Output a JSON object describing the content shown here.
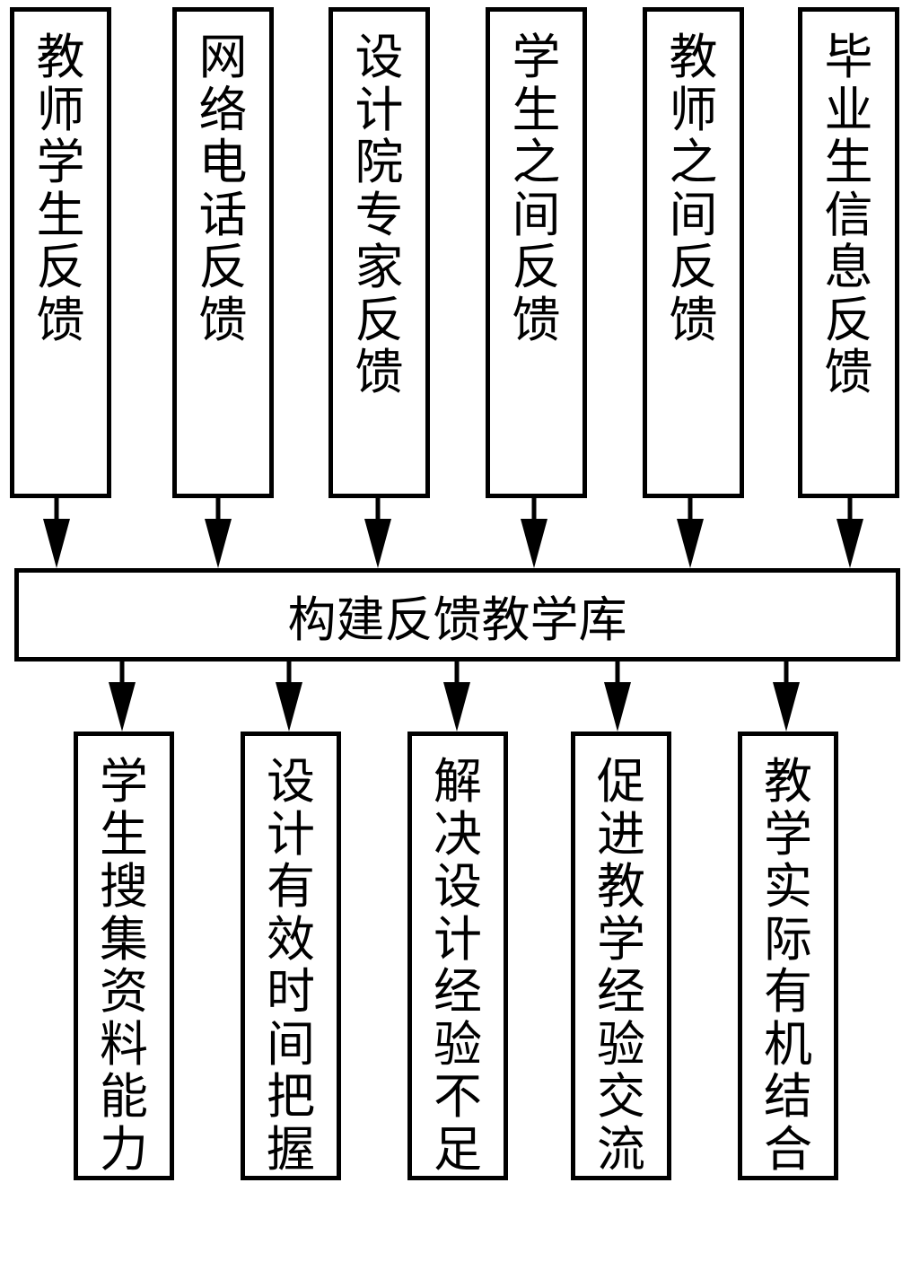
{
  "top_boxes": [
    {
      "id": "teacher-student",
      "label": "教师学生反馈"
    },
    {
      "id": "network-phone",
      "label": "网络电话反馈"
    },
    {
      "id": "design-institute-expert",
      "label": "设计院专家反馈"
    },
    {
      "id": "between-students",
      "label": "学生之间反馈"
    },
    {
      "id": "between-teachers",
      "label": "教师之间反馈"
    },
    {
      "id": "graduate-info",
      "label": "毕业生信息反馈"
    }
  ],
  "center_box": {
    "label": "构建反馈教学库"
  },
  "bottom_boxes": [
    {
      "id": "student-research-ability",
      "label": "学生搜集资料能力"
    },
    {
      "id": "design-time-management",
      "label": "设计有效时间把握"
    },
    {
      "id": "design-experience-gap",
      "label": "解决设计经验不足"
    },
    {
      "id": "teaching-exchange",
      "label": "促进教学经验交流"
    },
    {
      "id": "teaching-practice-integration",
      "label": "教学实际有机结合"
    }
  ],
  "edges": [
    {
      "from": "teacher-student",
      "to": "center"
    },
    {
      "from": "network-phone",
      "to": "center"
    },
    {
      "from": "design-institute-expert",
      "to": "center"
    },
    {
      "from": "between-students",
      "to": "center"
    },
    {
      "from": "between-teachers",
      "to": "center"
    },
    {
      "from": "graduate-info",
      "to": "center"
    },
    {
      "from": "center",
      "to": "student-research-ability"
    },
    {
      "from": "center",
      "to": "design-time-management"
    },
    {
      "from": "center",
      "to": "design-experience-gap"
    },
    {
      "from": "center",
      "to": "teaching-exchange"
    },
    {
      "from": "center",
      "to": "teaching-practice-integration"
    }
  ]
}
